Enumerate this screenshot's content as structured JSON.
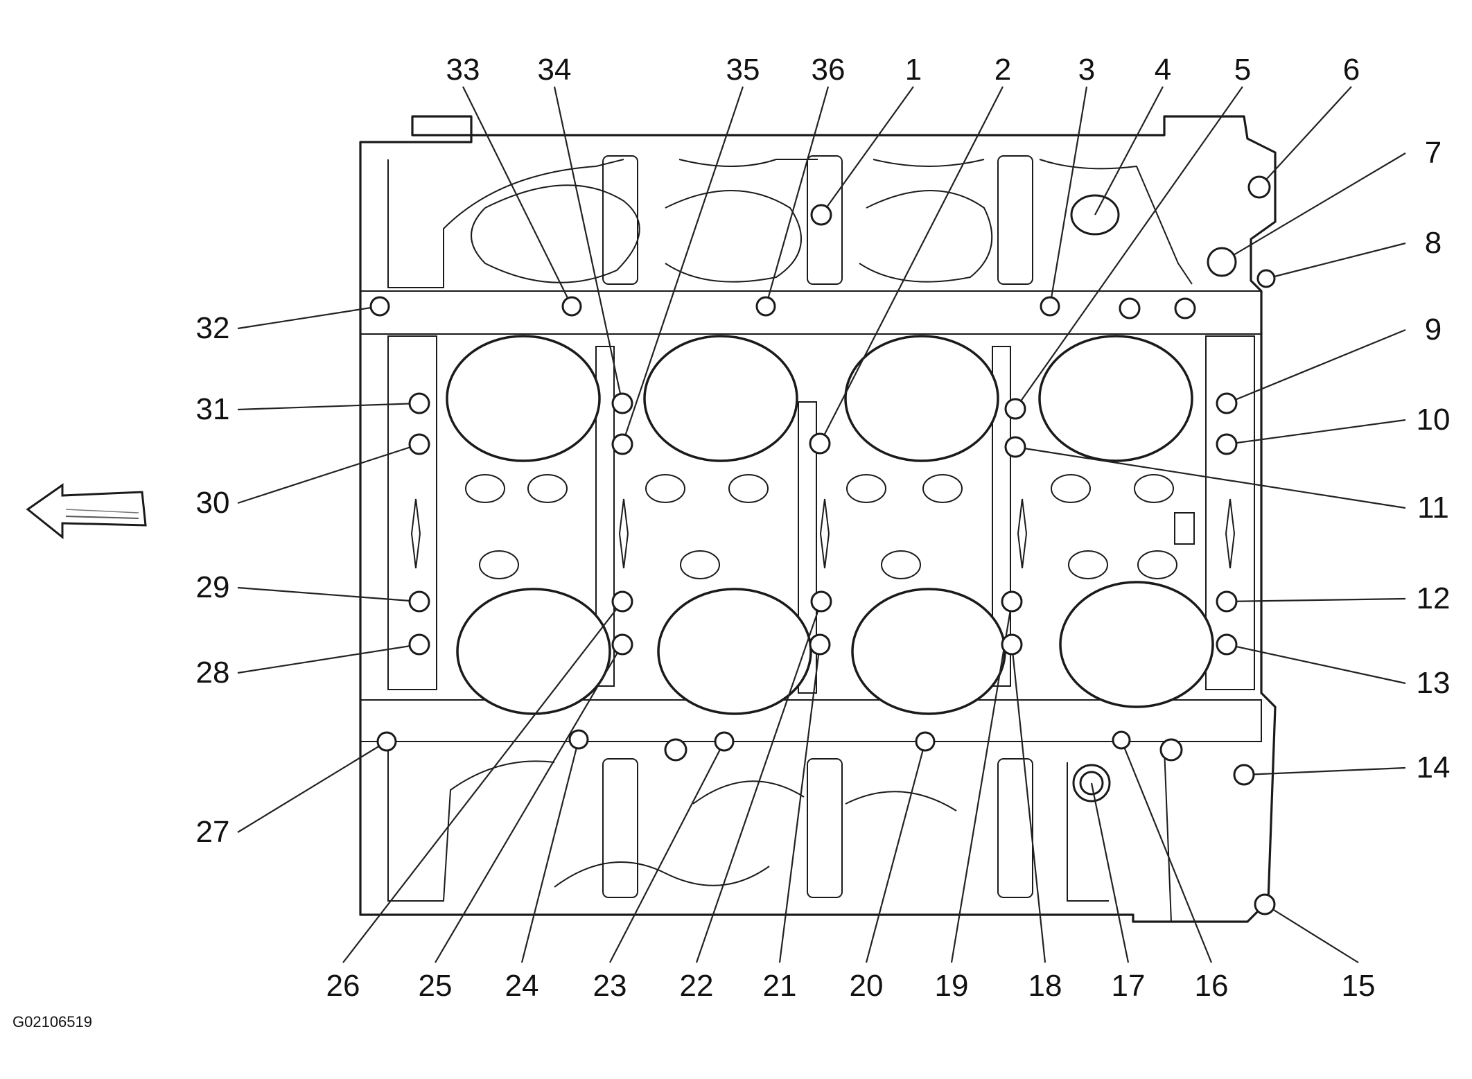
{
  "figure_code": "G02106519",
  "direction_arrow_icon": "left-arrow-icon",
  "bolt_labels": [
    "1",
    "2",
    "3",
    "4",
    "5",
    "6",
    "7",
    "8",
    "9",
    "10",
    "11",
    "12",
    "13",
    "14",
    "15",
    "16",
    "17",
    "18",
    "19",
    "20",
    "21",
    "22",
    "23",
    "24",
    "25",
    "26",
    "27",
    "28",
    "29",
    "30",
    "31",
    "32",
    "33",
    "34",
    "35",
    "36"
  ]
}
